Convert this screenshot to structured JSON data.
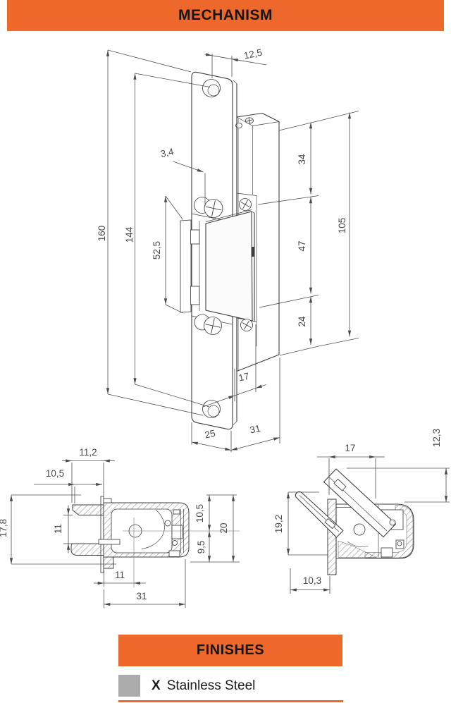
{
  "header": {
    "title": "MECHANISM"
  },
  "finishes": {
    "title": "FINISHES",
    "option_code": "X",
    "option_label": "Stainless Steel"
  },
  "colors": {
    "accent": "#EE672B",
    "swatch_gray": "#ACACAC",
    "line": "#3F3F3F"
  },
  "iso_view": {
    "dims": {
      "faceplate_width": "12,5",
      "hole_offset": "3,4",
      "total_height": "160",
      "hole_spacing": "144",
      "keeper_height": "52,5",
      "body_top": "34",
      "body_middle": "47",
      "body_bottom": "24",
      "body_height": "105",
      "body_depth": "17",
      "faceplate_depth": "25",
      "body_width": "31"
    }
  },
  "plan_view": {
    "dims": {
      "lip_outer": "11,2",
      "lip_inner": "10,5",
      "lip_height": "17,8",
      "jaw_opening": "11",
      "pivot_offset": "11",
      "body_width": "31",
      "upper_half": "10,5",
      "lower_half": "9,5",
      "total_depth": "20"
    }
  },
  "open_view": {
    "dims": {
      "latch_width": "17",
      "latch_tip": "12,3",
      "latch_height": "19,2",
      "lip_offset": "10,3"
    }
  }
}
